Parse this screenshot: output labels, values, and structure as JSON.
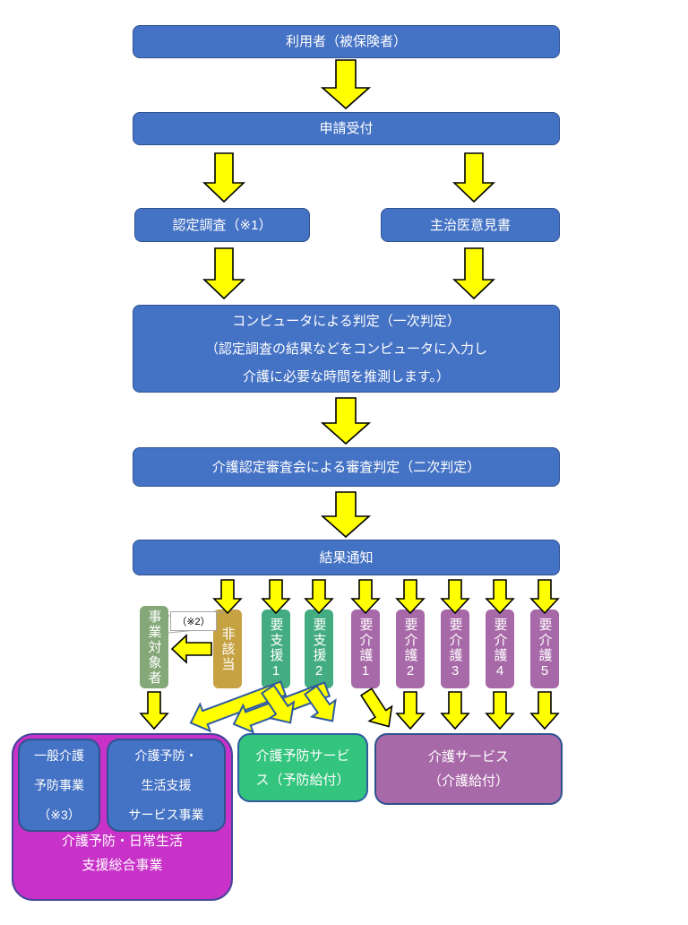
{
  "colors": {
    "box_blue": "#4472C4",
    "box_blue_border": "#2F528F",
    "arrow_yellow": "#FFFF00",
    "outline_blue": "#2F5B9F",
    "cat_sage": "#84A878",
    "cat_gold": "#C6A243",
    "cat_jade": "#43AC80",
    "cat_orchid": "#A869A8",
    "magenta_fill": "#C832C8",
    "magenta_border": "#44449A",
    "green_fill": "#33C47D",
    "text_white": "#FFFFFF"
  },
  "flow": {
    "user_label": "利用者（被保険者）",
    "application_label": "申請受付",
    "survey_label": "認定調査（※1）",
    "doctor_label": "主治医意見書",
    "computer_lines": [
      "コンピュータによる判定（一次判定）",
      "（認定調査の結果などをコンピュータに入力し",
      "介護に必要な時間を推測します。）"
    ],
    "judgment_label": "介護認定審査会による審査判定（二次判定）",
    "result_label": "結果通知"
  },
  "note2_label": "（※2）",
  "categories": [
    {
      "label": "事業対象者"
    },
    {
      "label": "非該当"
    },
    {
      "label": "要支援1"
    },
    {
      "label": "要支援2"
    },
    {
      "label": "要介護1"
    },
    {
      "label": "要介護2"
    },
    {
      "label": "要介護3"
    },
    {
      "label": "要介護4"
    },
    {
      "label": "要介護5"
    }
  ],
  "bottom": {
    "general_prevention_lines": [
      "一般介護",
      "予防事業",
      "（※3）"
    ],
    "life_support_lines": [
      "介護予防・",
      "生活支援",
      "サービス事業"
    ],
    "comprehensive_lines": [
      "介護予防・日常生活",
      "支援総合事業"
    ],
    "prevention_service_lines": [
      "介護予防サービ",
      "ス（予防給付）"
    ],
    "care_service_lines": [
      "介護サービス",
      "（介護給付）"
    ]
  }
}
